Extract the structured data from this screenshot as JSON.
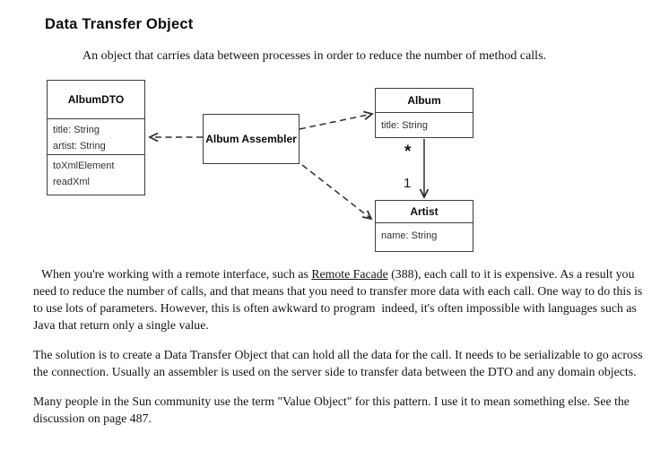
{
  "page": {
    "title": "Data Transfer Object",
    "intent": "An object that carries data between processes in order to reduce the number of method calls."
  },
  "diagram": {
    "albumDto": {
      "title": "AlbumDTO",
      "attributes": [
        "title: String",
        "artist: String"
      ],
      "methods": [
        "toXmlElement",
        "readXml"
      ]
    },
    "assembler": {
      "title": "Album Assembler"
    },
    "album": {
      "title": "Album",
      "attributes": [
        "title: String"
      ]
    },
    "artist": {
      "title": "Artist",
      "attributes": [
        "name: String"
      ]
    },
    "association": {
      "near_album": "*",
      "near_artist": "1"
    }
  },
  "body": {
    "p1_before": "When you're working with a remote interface, such as ",
    "p1_link": "Remote Facade",
    "p1_after": " (388), each call to it is expensive. As a result you need to reduce the number of calls, and that means that you need to transfer more data with each call. One way to do this is to use lots of parameters. However, this is often awkward to program  indeed, it's often impossible with languages such as Java that return only a single value.",
    "p2": "The solution is to create a Data Transfer Object that can hold all the data for the call. It needs to be serializable to go across the connection. Usually an assembler is used on the server side to transfer data between the DTO and any domain objects.",
    "p3": "Many people in the Sun community use the term \"Value Object\" for this pattern. I use it to mean something else. See the discussion on page 487."
  }
}
